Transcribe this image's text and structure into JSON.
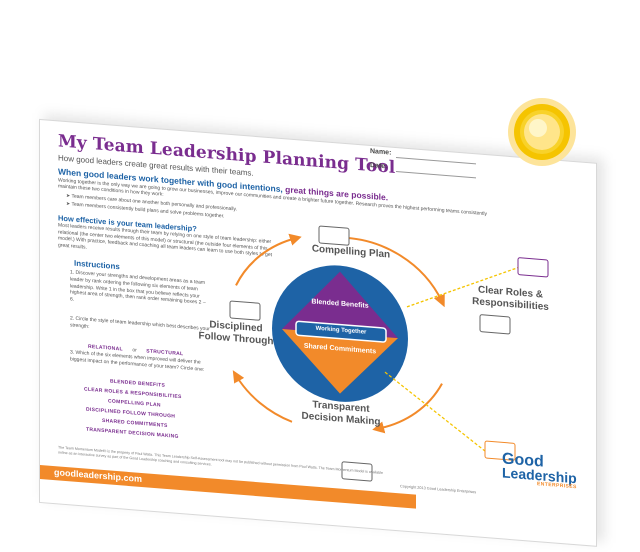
{
  "header": {
    "title": "My Team Leadership Planning Tool",
    "subtitle": "How good leaders create great results with their teams.",
    "name_label": "Name:",
    "date_label": "Date:"
  },
  "intro": {
    "heading_start": "When good leaders work together with good intentions, ",
    "heading_emphasis": "great things are possible.",
    "body": "Working together is the only way we are going to grow our businesses, improve our communities and create a brighter future together. Research proves the highest performing teams consistently maintain these two conditions in how they work:",
    "bullets": [
      "Team members care about one another both personally and professionally.",
      "Team members consistently build plans and solve problems together."
    ]
  },
  "effectiveness": {
    "heading": "How effective is your team leadership?",
    "body": "Most leaders receive results through their team by relying on one style of team leadership: either relational (the center two elements of this model) or structural (the outside four elements of this model.) With practice, feedback and coaching all team leaders can learn to use both styles to get great results."
  },
  "instructions": {
    "heading": "Instructions",
    "step1": "1. Discover your strengths and development areas as a team leader by rank ordering the following six elements of team leadership. Write 1 in the box that you believe reflects your highest area of strength, then rank order remaining boxes 2 – 6.",
    "step2": "2. Circle the style of team leadership which best describes your strength:",
    "style_relational": "RELATIONAL",
    "style_or": "or",
    "style_structural": "STRUCTURAL",
    "step3": "3. Which of the six elements when improved will deliver the biggest impact on the performance of your team? Circle one:",
    "elements": [
      "BLENDED BENEFITS",
      "CLEAR ROLES & RESPONSIBILITIES",
      "COMPELLING PLAN",
      "DISCIPLINED FOLLOW THROUGH",
      "SHARED COMMITMENTS",
      "TRANSPARENT DECISION MAKING"
    ]
  },
  "model": {
    "top": "Compelling Plan",
    "right": "Clear Roles & Responsibilities",
    "bottom": "Transparent Decision Making",
    "left": "Disciplined Follow Through",
    "center_top": "Blended Benefits",
    "center_band": "Working Together",
    "center_bottom": "Shared Commitments"
  },
  "footer": {
    "footnote": "The Team Momentum Model® is the property of Paul Watts. This Team Leadership Self-Assessment tool may not be published without permission from Paul Watts. The Team Momentum Model is available online as an interactive survey as part of the Good Leadership coaching and consulting services.",
    "copyright": "Copyright 2013 Good Leadership Enterprises",
    "url": "goodleadership.com"
  },
  "logo": {
    "line1": "Good",
    "line2": "Leadership",
    "line3": "ENTERPRISES"
  },
  "colors": {
    "purple": "#7a2d8f",
    "blue": "#1e63a6",
    "orange": "#f28a2a",
    "yellow": "#f5c400"
  }
}
